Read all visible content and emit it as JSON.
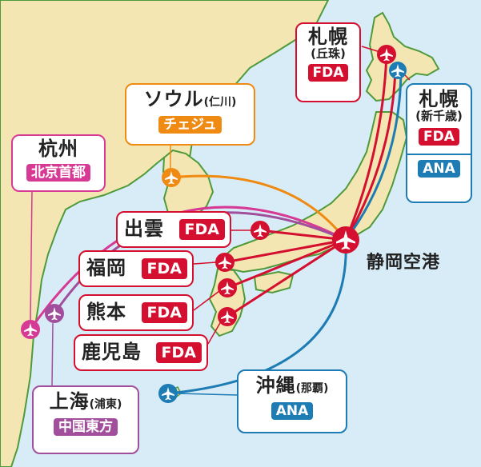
{
  "hub": {
    "name": "静岡空港"
  },
  "colors": {
    "fda": "#d40f2f",
    "ana": "#1c7cb3",
    "china_eastern": "#a14f9c",
    "hangzhou": "#d63a94",
    "korea": "#ef8a12",
    "land": "#f3e6b2",
    "land_edge": "#4f9a3a",
    "sea": "#d8ecf7"
  },
  "destinations": [
    {
      "id": "sapporo-okadama",
      "name": "札幌",
      "paren": "(丘珠)",
      "airline": "FDA"
    },
    {
      "id": "sapporo-chitose",
      "name": "札幌",
      "paren": "(新千歳)",
      "airlines": [
        "FDA",
        "ANA"
      ]
    },
    {
      "id": "seoul",
      "name": "ソウル",
      "paren": "(仁川)",
      "airline": "チェジュ"
    },
    {
      "id": "hangzhou",
      "name": "杭州",
      "airline": "北京首都"
    },
    {
      "id": "izumo",
      "name": "出雲",
      "airline": "FDA"
    },
    {
      "id": "fukuoka",
      "name": "福岡",
      "airline": "FDA"
    },
    {
      "id": "kumamoto",
      "name": "熊本",
      "airline": "FDA"
    },
    {
      "id": "kagoshima",
      "name": "鹿児島",
      "airline": "FDA"
    },
    {
      "id": "shanghai",
      "name": "上海",
      "paren": "(浦東)",
      "airline": "中国東方"
    },
    {
      "id": "okinawa",
      "name": "沖縄",
      "paren": "(那覇)",
      "airline": "ANA"
    }
  ]
}
